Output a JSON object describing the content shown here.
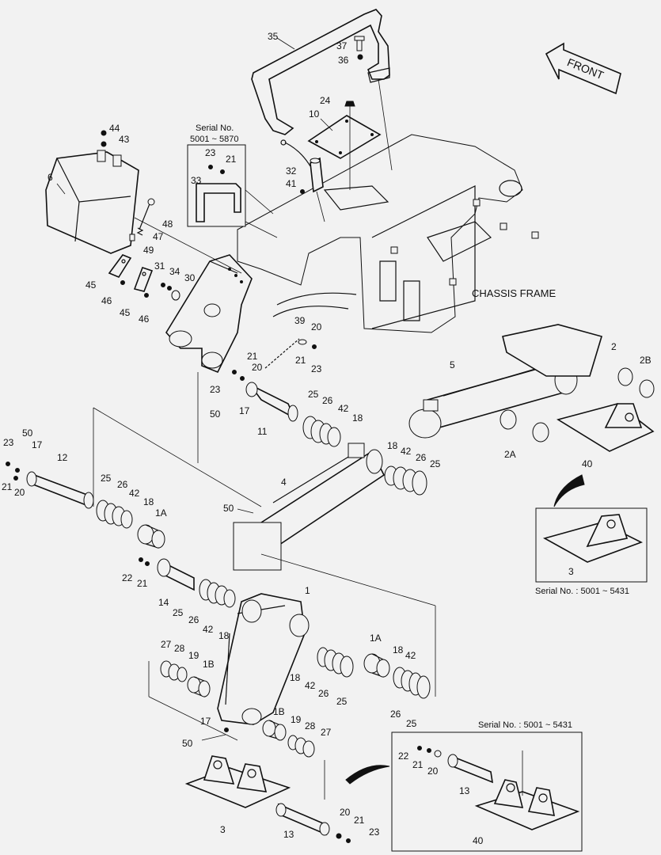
{
  "front_label": "FRONT",
  "chassis_label": "CHASSIS FRAME",
  "inset_serial_a": {
    "title_line1": "Serial No.",
    "title_line2": "5001 ~ 5870"
  },
  "inset_serial_b": "Serial No. : 5001 ~ 5431",
  "inset_serial_c": "Serial No. : 5001 ~ 5431",
  "callouts": {
    "c35": "35",
    "c37": "37",
    "c36": "36",
    "c24": "24",
    "c10": "10",
    "c44": "44",
    "c43": "43",
    "c6": "6",
    "c48": "48",
    "c47": "47",
    "c49": "49",
    "c45a": "45",
    "c46a": "46",
    "c45b": "45",
    "c46b": "46",
    "c31": "31",
    "c34": "34",
    "c30": "30",
    "c23a": "23",
    "c21a": "21",
    "c33": "33",
    "c32": "32",
    "c41": "41",
    "c39": "39",
    "c20a": "20",
    "c21b": "21",
    "c23b": "23",
    "c21c": "21",
    "c20b": "20",
    "c23c": "23",
    "c50a": "50",
    "c17a": "17",
    "c11": "11",
    "c25a": "25",
    "c26a": "26",
    "c42a": "42",
    "c18a": "18",
    "c5": "5",
    "c2": "2",
    "c2B": "2B",
    "c2A": "2A",
    "c40a": "40",
    "c18b": "18",
    "c42b": "42",
    "c26b": "26",
    "c25b": "25",
    "c4": "4",
    "c50b": "50",
    "c23d": "23",
    "c17b": "17",
    "c21d": "21",
    "c20c": "20",
    "c12": "12",
    "c25c": "25",
    "c26c": "26",
    "c42c": "42",
    "c18c": "18",
    "c1A": "1A",
    "c3a": "3",
    "c22a": "22",
    "c21e": "21",
    "c14": "14",
    "c25d": "25",
    "c26d": "26",
    "c42d": "42",
    "c18d": "18",
    "c1": "1",
    "c1Ab": "1A",
    "c18e": "18",
    "c42e": "42",
    "c18f": "18",
    "c42f": "42",
    "c26e": "26",
    "c25e": "25",
    "c26f": "26",
    "c25f": "25",
    "c27a": "27",
    "c28a": "28",
    "c19a": "19",
    "c1B": "1B",
    "c17c": "17",
    "c50c": "50",
    "c1Bb": "1B",
    "c19b": "19",
    "c28b": "28",
    "c27b": "27",
    "c3b": "3",
    "c13a": "13",
    "c20d": "20",
    "c21f": "21",
    "c23e": "23",
    "c22b": "22",
    "c21g": "21",
    "c20e": "20",
    "c13b": "13",
    "c40b": "40"
  }
}
